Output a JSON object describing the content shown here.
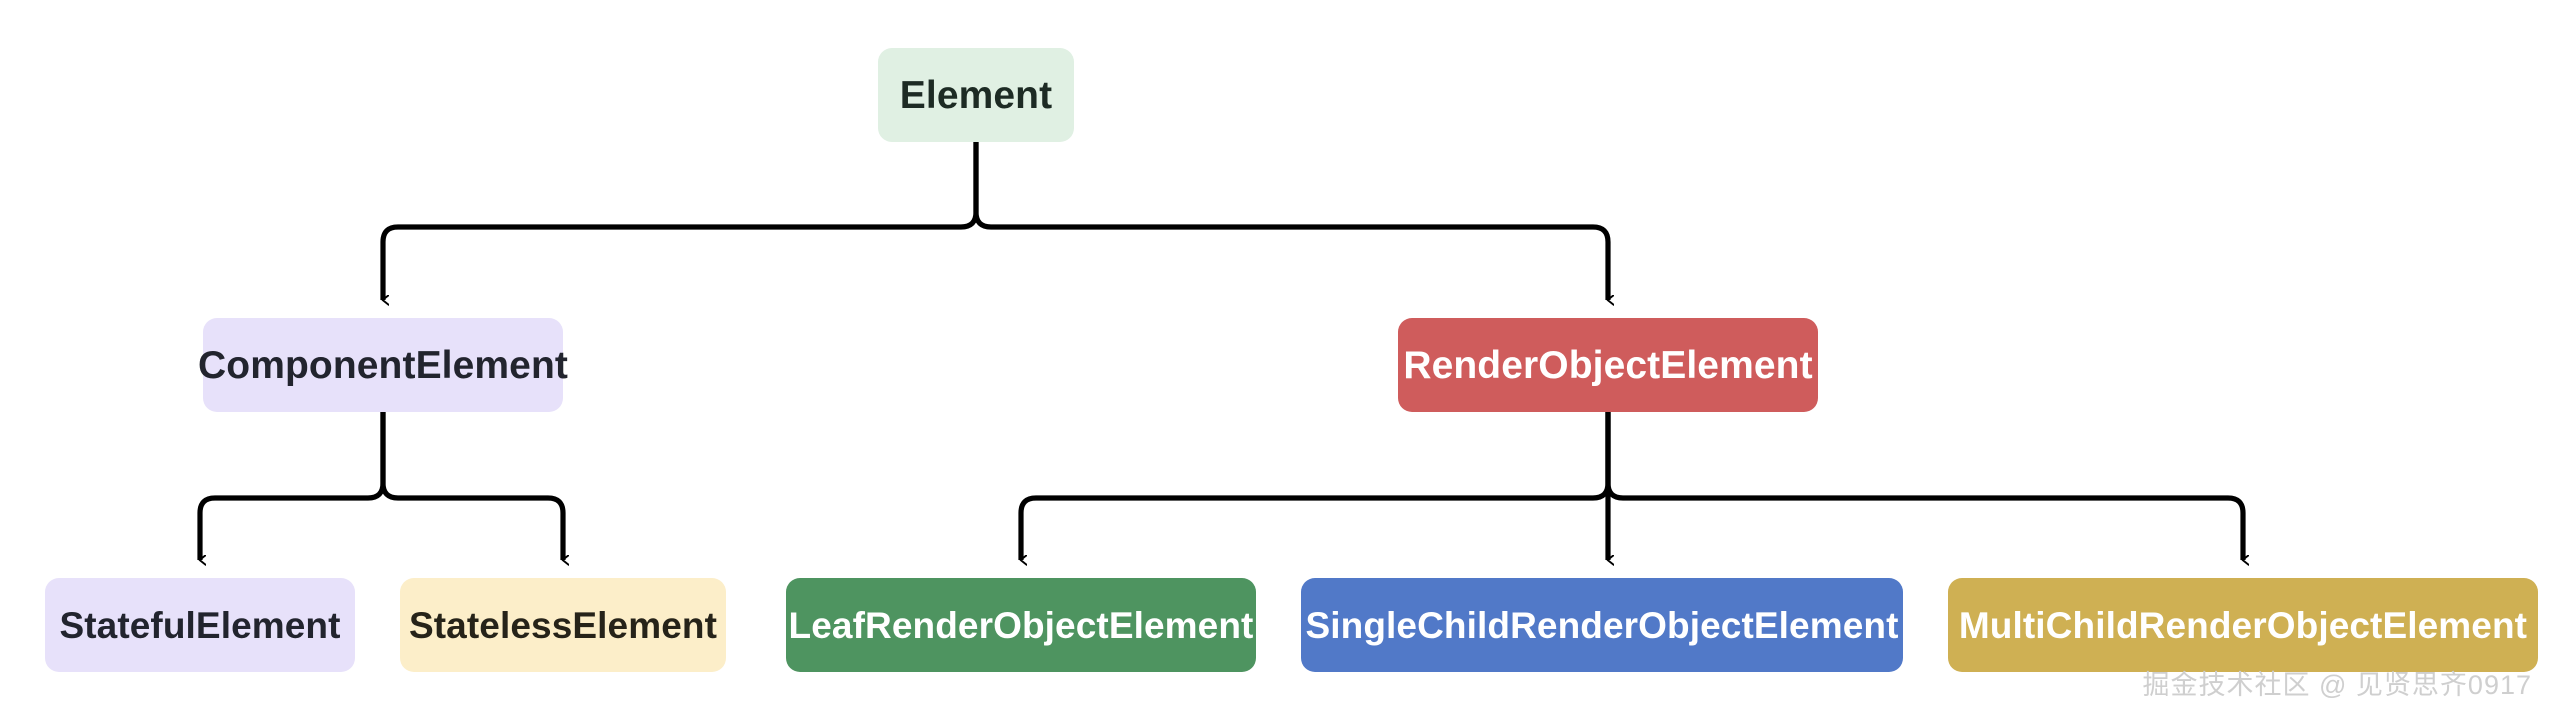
{
  "diagram": {
    "title": "Element class hierarchy",
    "type": "tree",
    "background_color": "#ffffff",
    "edge_color": "#000000",
    "nodes": [
      {
        "id": "element",
        "label": "Element",
        "level": 1,
        "fill": "#e0f0e3",
        "text_color": "#1d2b24"
      },
      {
        "id": "component-element",
        "label": "ComponentElement",
        "level": 2,
        "fill": "#e7e1fa",
        "text_color": "#22242e"
      },
      {
        "id": "render-object-element",
        "label": "RenderObjectElement",
        "level": 2,
        "fill": "#cf5c5c",
        "text_color": "#ffffff"
      },
      {
        "id": "stateful-element",
        "label": "StatefulElement",
        "level": 3,
        "fill": "#e7e1fa",
        "text_color": "#22242e"
      },
      {
        "id": "stateless-element",
        "label": "StatelessElement",
        "level": 3,
        "fill": "#fceec9",
        "text_color": "#262319"
      },
      {
        "id": "leaf-render-object-element",
        "label": "LeafRenderObjectElement",
        "level": 3,
        "fill": "#4e9460",
        "text_color": "#ffffff"
      },
      {
        "id": "single-child-render-object-element",
        "label": "SingleChildRenderObjectElement",
        "level": 3,
        "fill": "#5179c8",
        "text_color": "#ffffff"
      },
      {
        "id": "multi-child-render-object-element",
        "label": "MultiChildRenderObjectElement",
        "level": 3,
        "fill": "#cfb053",
        "text_color": "#ffffff"
      }
    ],
    "edges": [
      {
        "from": "element",
        "to": "component-element"
      },
      {
        "from": "element",
        "to": "render-object-element"
      },
      {
        "from": "component-element",
        "to": "stateful-element"
      },
      {
        "from": "component-element",
        "to": "stateless-element"
      },
      {
        "from": "render-object-element",
        "to": "leaf-render-object-element"
      },
      {
        "from": "render-object-element",
        "to": "single-child-render-object-element"
      },
      {
        "from": "render-object-element",
        "to": "multi-child-render-object-element"
      }
    ]
  },
  "watermark": {
    "text": "掘金技术社区 @ 见贤思齐0917",
    "color": "#cfcfcf"
  }
}
